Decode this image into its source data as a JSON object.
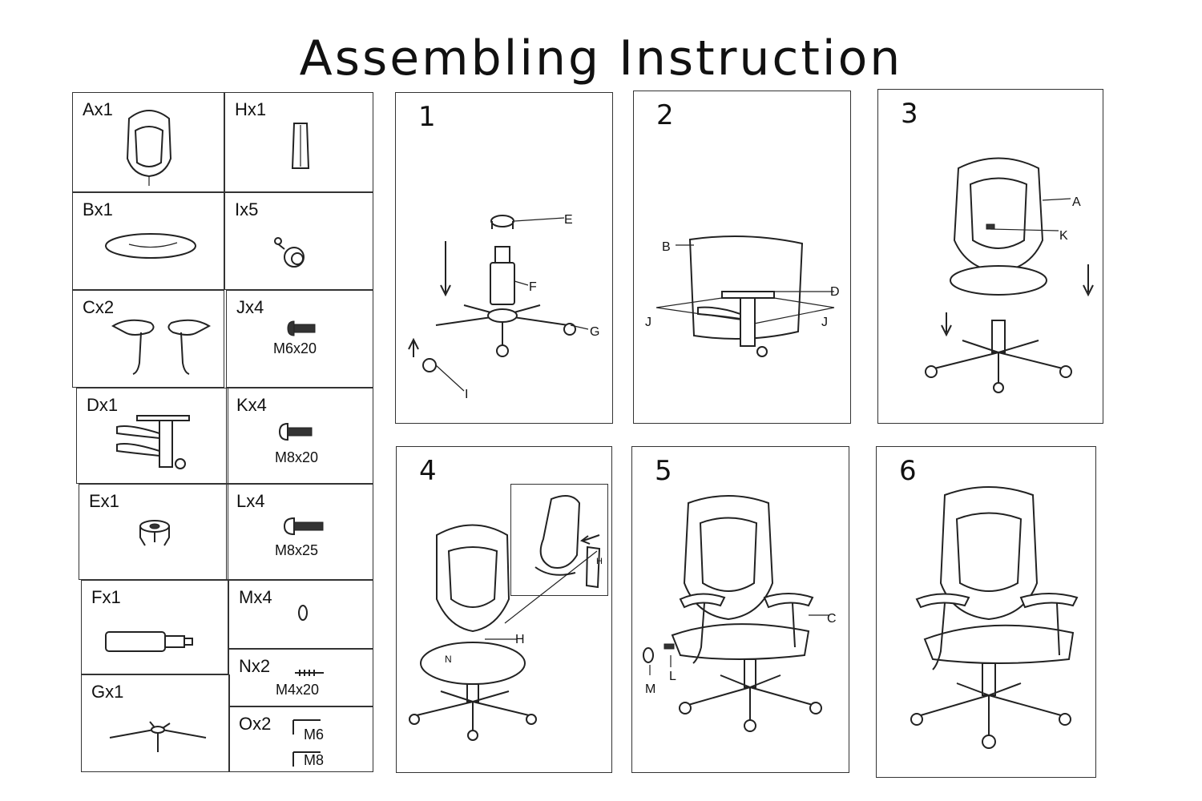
{
  "title": "Assembling Instruction",
  "parts": [
    {
      "label": "Ax1"
    },
    {
      "label": "Bx1"
    },
    {
      "label": "Cx2"
    },
    {
      "label": "Dx1"
    },
    {
      "label": "Ex1"
    },
    {
      "label": "Fx1"
    },
    {
      "label": "Gx1"
    },
    {
      "label": "Hx1"
    },
    {
      "label": "Ix5"
    },
    {
      "label": "Jx4",
      "spec": "M6x20"
    },
    {
      "label": "Kx4",
      "spec": "M8x20"
    },
    {
      "label": "Lx4",
      "spec": "M8x25"
    },
    {
      "label": "Mx4"
    },
    {
      "label": "Nx2",
      "spec": "M4x20"
    },
    {
      "label": "Ox2",
      "spec": "M6",
      "spec2": "M8"
    }
  ],
  "steps": [
    {
      "number": "1",
      "callouts": [
        "E",
        "F",
        "G",
        "I"
      ]
    },
    {
      "number": "2",
      "callouts": [
        "B",
        "D",
        "J",
        "J"
      ]
    },
    {
      "number": "3",
      "callouts": [
        "A",
        "K"
      ]
    },
    {
      "number": "4",
      "callouts": [
        "H",
        "N",
        "H"
      ]
    },
    {
      "number": "5",
      "callouts": [
        "C",
        "L",
        "M"
      ]
    },
    {
      "number": "6",
      "callouts": []
    }
  ]
}
